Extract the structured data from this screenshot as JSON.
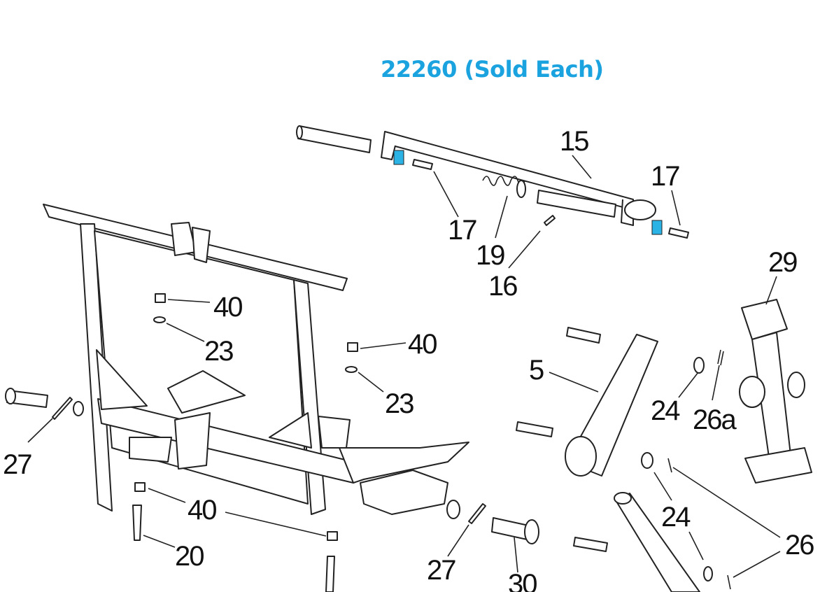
{
  "title": "22260 (Sold Each)",
  "accent_color": "#1ba3e0",
  "callouts": [
    "15",
    "17",
    "17",
    "19",
    "16",
    "29",
    "40",
    "23",
    "40",
    "23",
    "5",
    "24",
    "26a",
    "27",
    "40",
    "20",
    "24",
    "26",
    "27",
    "30"
  ]
}
